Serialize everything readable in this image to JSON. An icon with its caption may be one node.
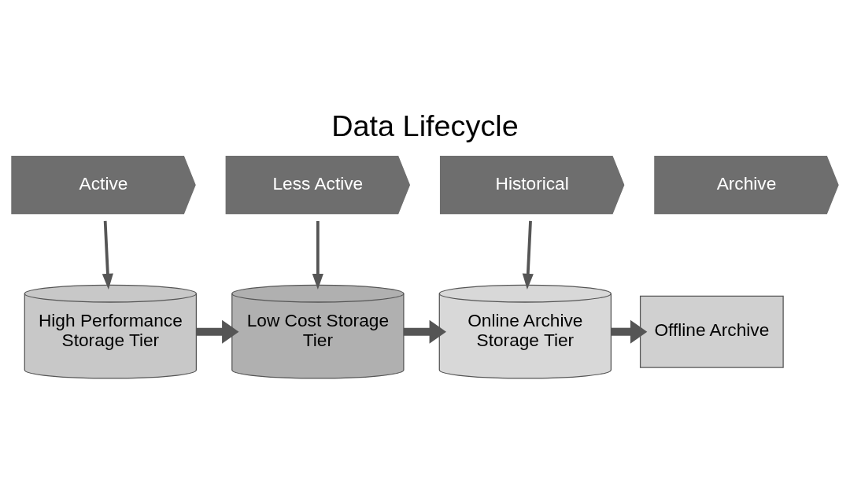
{
  "diagram": {
    "title": "Data Lifecycle",
    "nodes": [
      {
        "text": [
          "Active"
        ]
      },
      {
        "text": [
          "Less Active"
        ]
      },
      {
        "text": [
          "Historical"
        ]
      },
      {
        "text": [
          "Archive"
        ]
      },
      {
        "text": [
          "High Performance Storage Tier"
        ]
      },
      {
        "text": [
          "Low Cost Storage Tier"
        ]
      },
      {
        "text": [
          "Online Archive Storage Tier"
        ]
      },
      {
        "text": [
          "Offline Archive"
        ]
      }
    ],
    "edges": [
      {
        "from": 0,
        "to": 4,
        "arrow": "to"
      },
      {
        "from": 1,
        "to": 5,
        "arrow": "to"
      },
      {
        "from": 2,
        "to": 6,
        "arrow": "to"
      },
      {
        "from": 4,
        "to": 5,
        "arrow": "to",
        "style": "thick"
      },
      {
        "from": 5,
        "to": 6,
        "arrow": "to",
        "style": "thick"
      },
      {
        "from": 6,
        "to": 7,
        "arrow": "to",
        "style": "thick"
      }
    ]
  }
}
